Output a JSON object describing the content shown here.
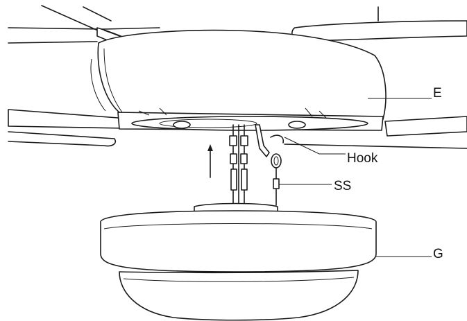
{
  "labels": {
    "fan_body": "E",
    "hook": "Hook",
    "safety_string": "SS",
    "light_kit": "G"
  },
  "colors": {
    "line": "#1a1a1a",
    "background": "#ffffff"
  },
  "icons": {
    "direction": "arrow-up-icon"
  }
}
